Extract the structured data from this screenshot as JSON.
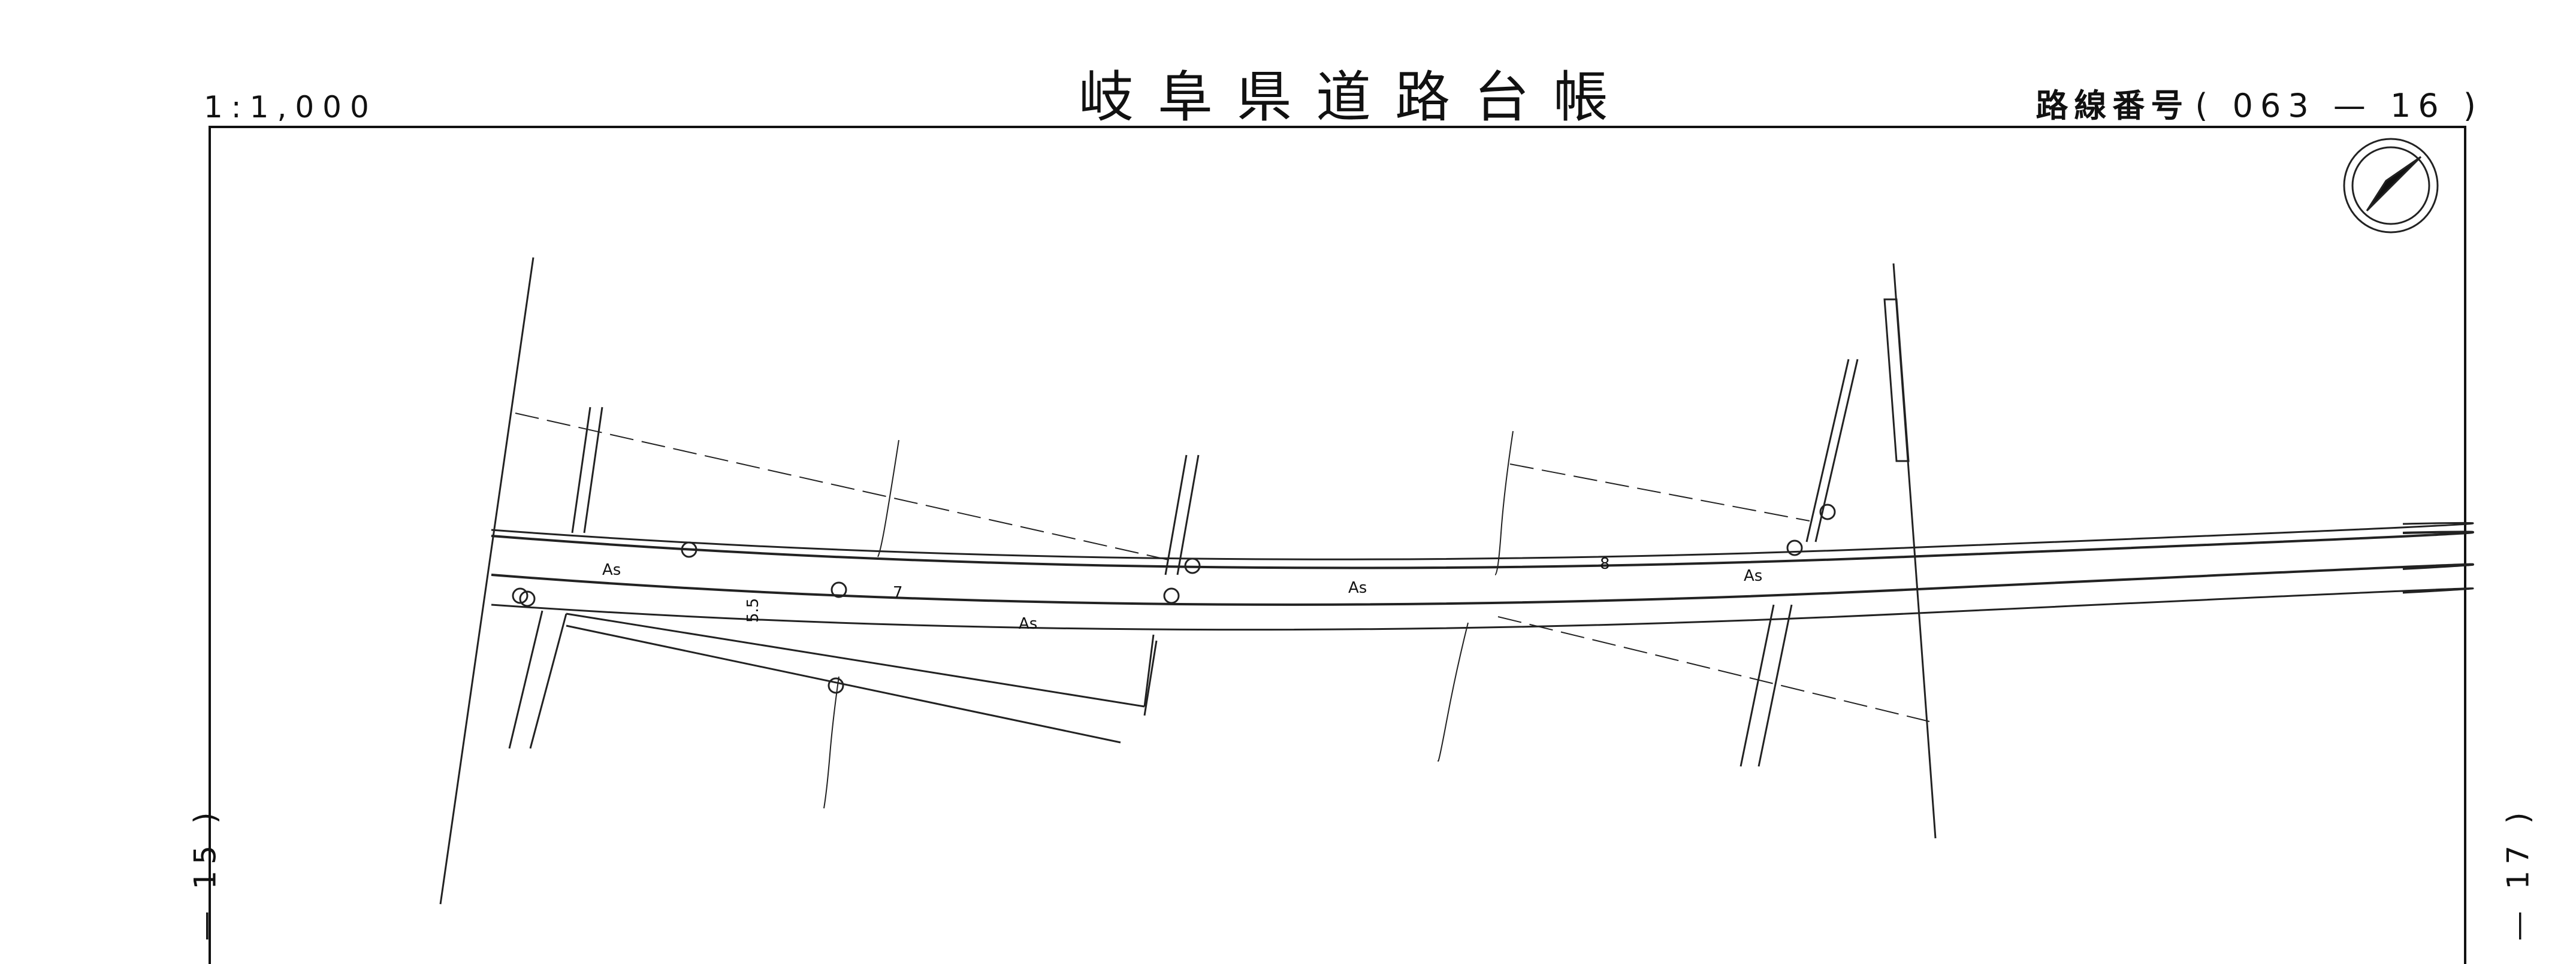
{
  "header": {
    "scale": "1:1,000",
    "title": "岐阜県道路台帳",
    "route_label": "路線番号",
    "route_number": "( 063 — 16 )"
  },
  "adjacent_sheets": {
    "left": "— 15 )",
    "right": "— 17 )"
  },
  "map": {
    "surface_label": "As",
    "width_label": "5.5",
    "station_labels": [
      "7",
      "8"
    ],
    "north_arrow": "north-arrow-icon"
  }
}
